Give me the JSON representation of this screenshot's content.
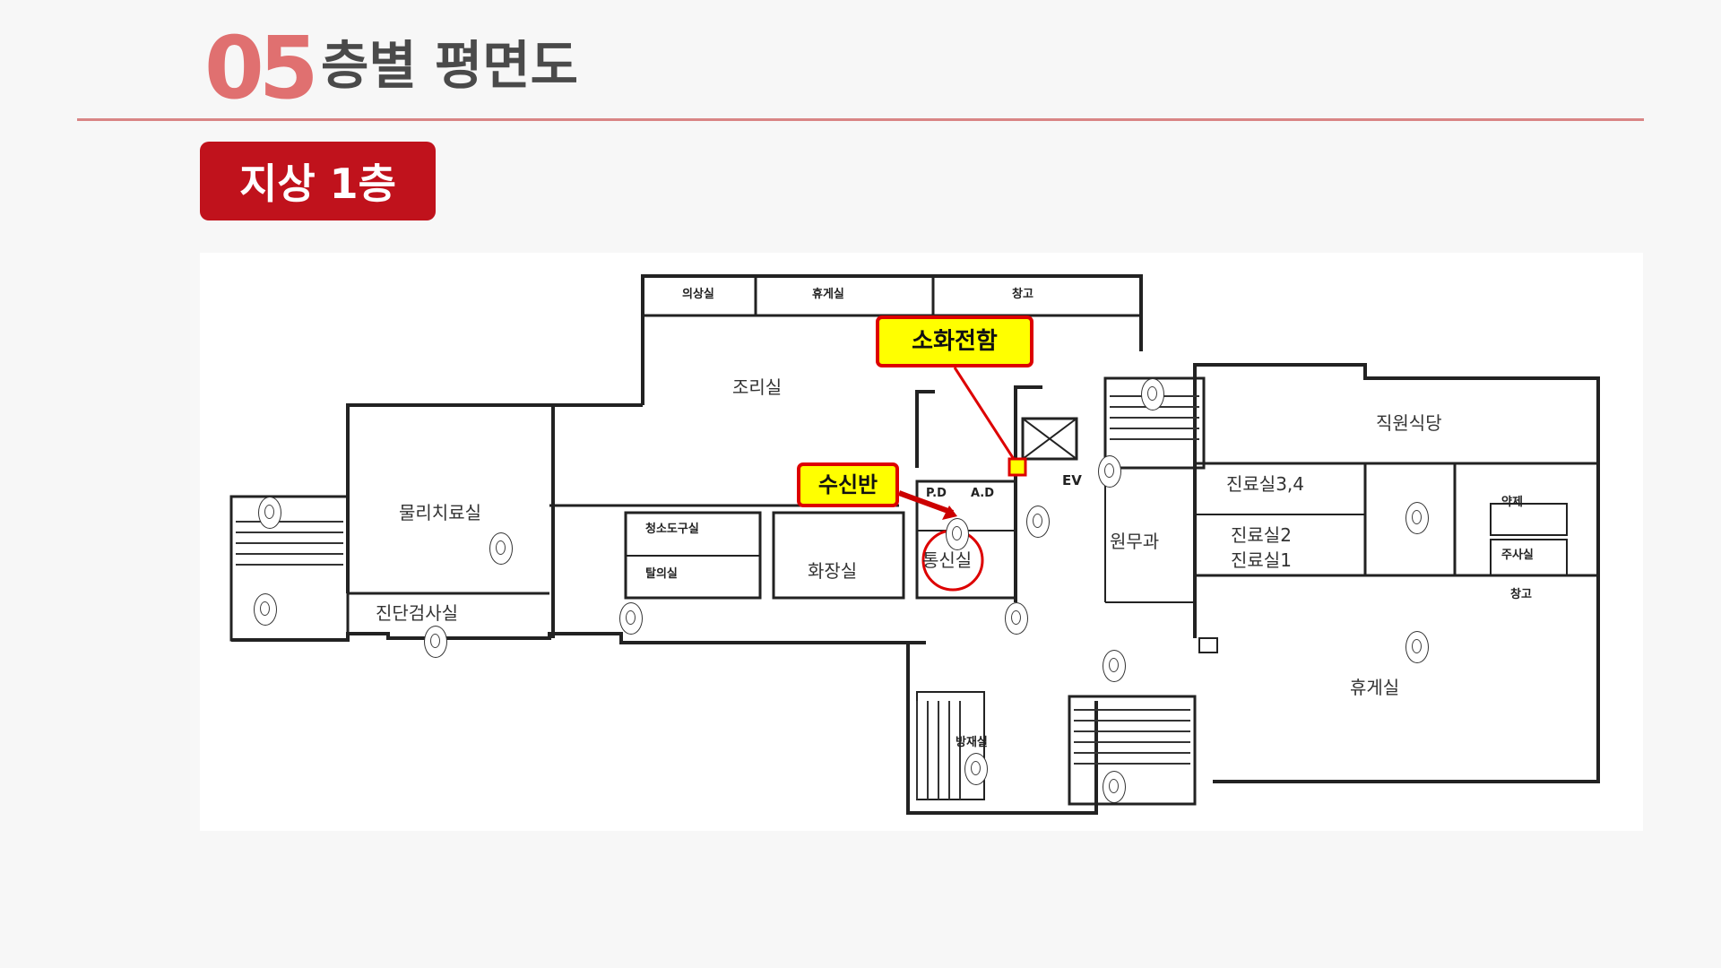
{
  "header": {
    "number": "05",
    "title": "층별 평면도"
  },
  "floor_badge": "지상 1층",
  "callouts": {
    "fire_box": "소화전함",
    "receiver": "수신반"
  },
  "rooms": {
    "storage_top": "창고",
    "rest_top": "휴게실",
    "locker": "의상실",
    "kitchen": "조리실",
    "physio": "물리치료실",
    "diag": "진단검사실",
    "cleaning": "청소도구실",
    "mother": "탈의실",
    "toilet": "화장실",
    "telecom": "통신실",
    "pd": "P.D",
    "ad": "A.D",
    "ev": "EV",
    "admin": "원무과",
    "clinic34": "진료실3,4",
    "clinic2": "진료실2",
    "clinic1": "진료실1",
    "dining": "직원식당",
    "pharmacy": "약제",
    "injection": "주사실",
    "storage_right": "창고",
    "lounge": "휴게실",
    "guard": "방재실"
  },
  "colors": {
    "accent": "#e07070",
    "badge": "#c0121c",
    "callout_bg": "#ffff00",
    "callout_border": "#dd0000"
  }
}
